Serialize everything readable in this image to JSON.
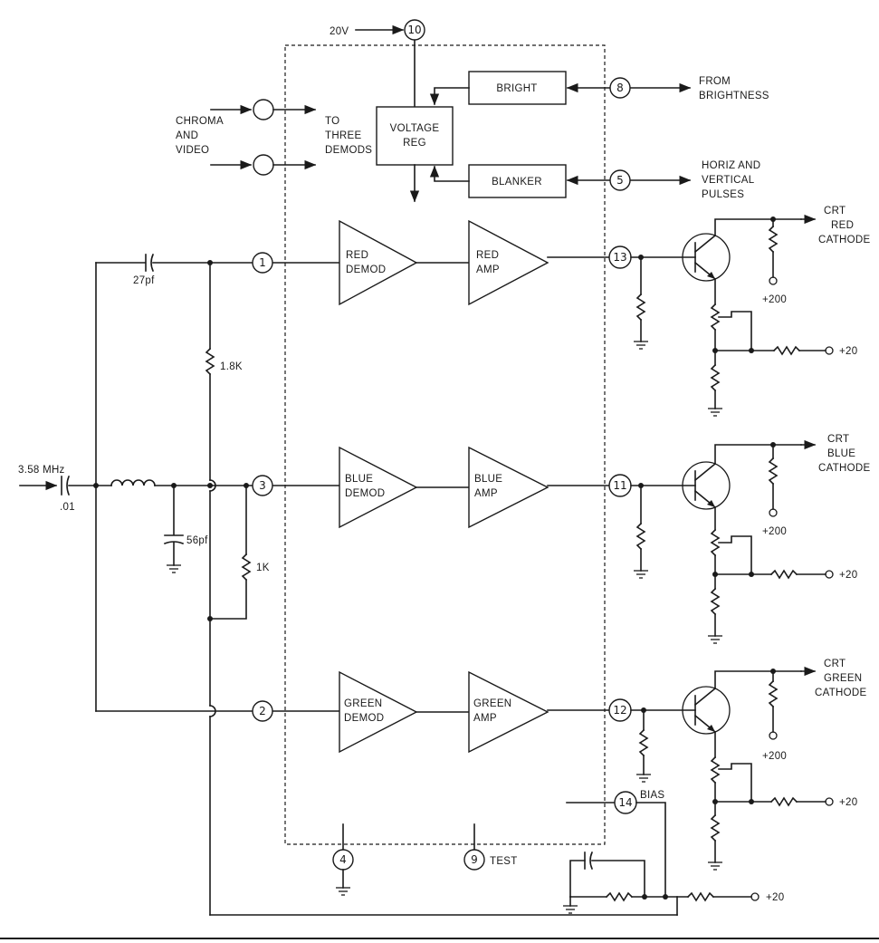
{
  "supply": {
    "v20_in": "20V"
  },
  "pins": {
    "p1": "1",
    "p2": "2",
    "p3": "3",
    "p4": "4",
    "p5": "5",
    "p8": "8",
    "p9": "9",
    "p10": "10",
    "p11": "11",
    "p12": "12",
    "p13": "13",
    "p14": "14"
  },
  "inputs": {
    "chroma": [
      "CHROMA",
      "AND",
      "VIDEO"
    ],
    "to_demods": [
      "TO",
      "THREE",
      "DEMODS"
    ],
    "freq": "3.58 MHz",
    "coupling_cap": ".01"
  },
  "blocks": {
    "voltage_reg": [
      "VOLTAGE",
      "REG"
    ],
    "bright": "BRIGHT",
    "blanker": "BLANKER",
    "red_demod": [
      "RED",
      "DEMOD"
    ],
    "red_amp": [
      "RED",
      "AMP"
    ],
    "blue_demod": [
      "BLUE",
      "DEMOD"
    ],
    "blue_amp": [
      "BLUE",
      "AMP"
    ],
    "green_demod": [
      "GREEN",
      "DEMOD"
    ],
    "green_amp": [
      "GREEN",
      "AMP"
    ]
  },
  "external": {
    "from_brightness": [
      "FROM",
      "BRIGHTNESS"
    ],
    "horiz_pulses": [
      "HORIZ AND",
      "VERTICAL",
      "PULSES"
    ],
    "crt_red": [
      "CRT",
      "RED",
      "CATHODE"
    ],
    "crt_blue": [
      "CRT",
      "BLUE",
      "CATHODE"
    ],
    "crt_green": [
      "CRT",
      "GREEN",
      "CATHODE"
    ],
    "plus200": "+200",
    "plus20": "+20",
    "bias": "BIAS",
    "test": "TEST"
  },
  "components": {
    "c27": "27pf",
    "r18": "1.8K",
    "c56": "56pf",
    "r1k": "1K"
  }
}
